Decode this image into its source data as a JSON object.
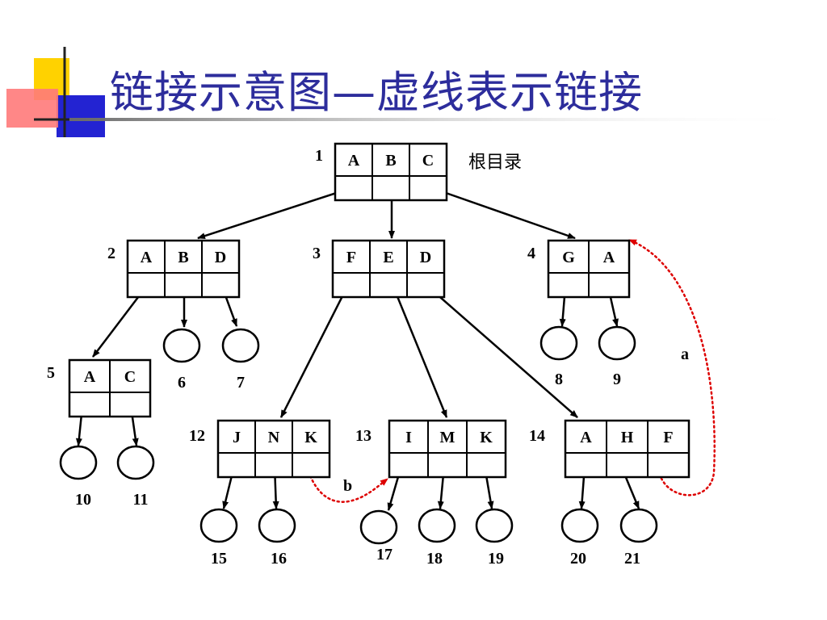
{
  "title": "链接示意图—虚线表示链接",
  "root_label": "根目录",
  "link_labels": {
    "a": "a",
    "b": "b"
  },
  "directories": [
    {
      "id": "1",
      "entries": [
        "A",
        "B",
        "C"
      ]
    },
    {
      "id": "2",
      "entries": [
        "A",
        "B",
        "D"
      ]
    },
    {
      "id": "3",
      "entries": [
        "F",
        "E",
        "D"
      ]
    },
    {
      "id": "4",
      "entries": [
        "G",
        "A"
      ]
    },
    {
      "id": "5",
      "entries": [
        "A",
        "C"
      ]
    },
    {
      "id": "12",
      "entries": [
        "J",
        "N",
        "K"
      ]
    },
    {
      "id": "13",
      "entries": [
        "I",
        "M",
        "K"
      ]
    },
    {
      "id": "14",
      "entries": [
        "A",
        "H",
        "F"
      ]
    }
  ],
  "files": [
    "6",
    "7",
    "8",
    "9",
    "10",
    "11",
    "15",
    "16",
    "17",
    "18",
    "19",
    "20",
    "21"
  ],
  "colors": {
    "title": "#2d2d9c",
    "link": "#dd0000",
    "line": "#000000"
  }
}
